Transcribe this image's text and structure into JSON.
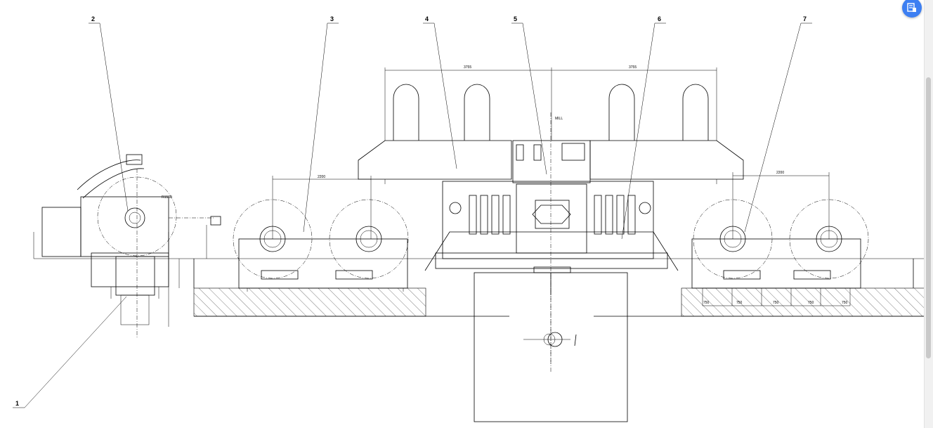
{
  "callouts": [
    "1",
    "2",
    "3",
    "4",
    "5",
    "6",
    "7"
  ],
  "dimensions": {
    "top_left_span": "3755",
    "top_right_span": "3755",
    "left_roll_span": "2200",
    "right_roll_span": "2200",
    "pit_spacing": [
      "750",
      "750",
      "750",
      "750",
      "750"
    ],
    "coil_radius": "R1500",
    "mill_label": "MILL"
  },
  "icons": {
    "fab": "document-icon"
  },
  "colors": {
    "fab_background": "#3d7ff2",
    "line": "#000000"
  }
}
